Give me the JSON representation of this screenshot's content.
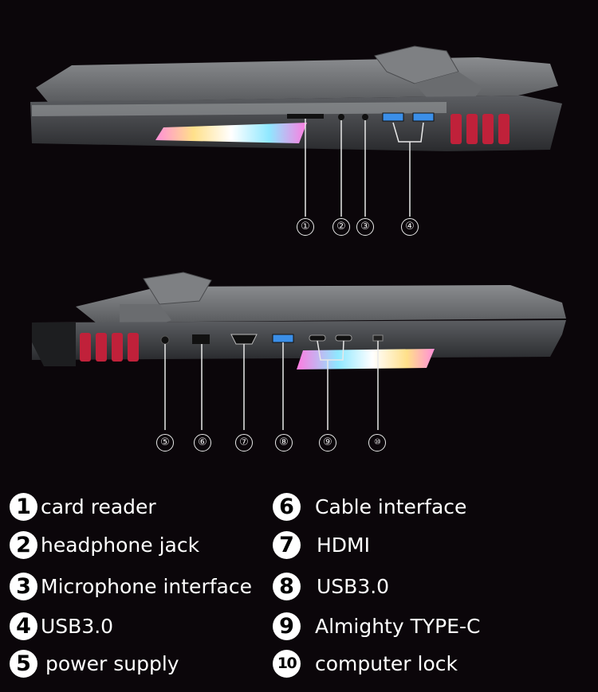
{
  "callouts_top": [
    "①",
    "②",
    "③",
    "④"
  ],
  "callouts_bottom": [
    "⑤",
    "⑥",
    "⑦",
    "⑧",
    "⑨",
    "⑩"
  ],
  "legend": [
    {
      "number": "1",
      "label": "card reader"
    },
    {
      "number": "2",
      "label": "headphone jack"
    },
    {
      "number": "3",
      "label": "Microphone interface"
    },
    {
      "number": "4",
      "label": "USB3.0"
    },
    {
      "number": "5",
      "label": "power supply"
    },
    {
      "number": "6",
      "label": "Cable interface"
    },
    {
      "number": "7",
      "label": "HDMI"
    },
    {
      "number": "8",
      "label": "USB3.0"
    },
    {
      "number": "9",
      "label": "Almighty TYPE-C"
    },
    {
      "number": "10",
      "label": "computer lock"
    }
  ],
  "colors": {
    "background": "#0b060a",
    "port_usb": "#3b8fe8",
    "chassis": "#6b6d70"
  }
}
